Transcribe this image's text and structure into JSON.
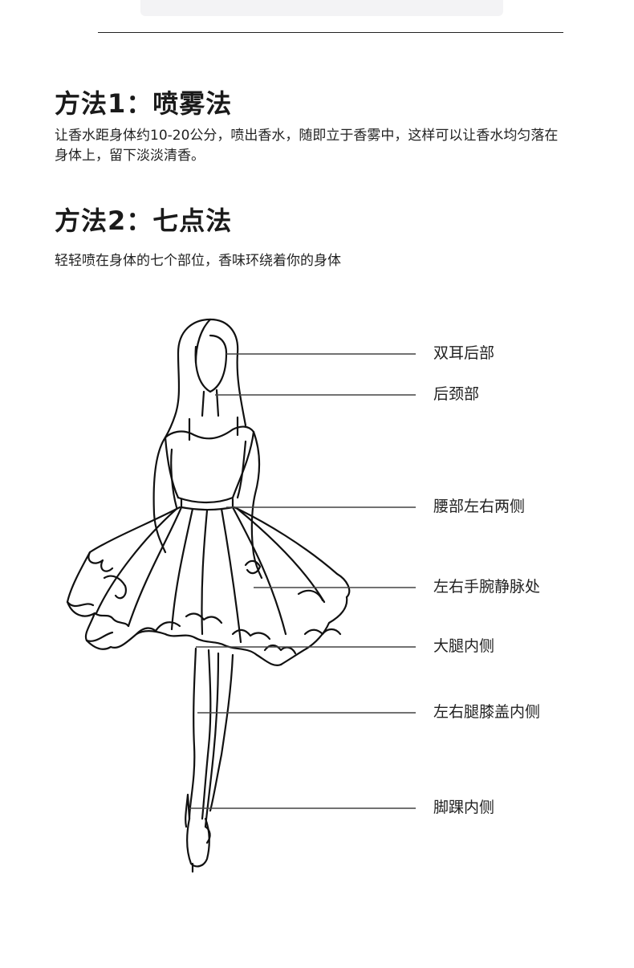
{
  "method1": {
    "title": "方法1：喷雾法",
    "text": "让香水距身体约10-20公分，喷出香水，随即立于香雾中，这样可以让香水均匀落在身体上，留下淡淡清香。"
  },
  "method2": {
    "title": "方法2：七点法",
    "text": "轻轻喷在身体的七个部位，香味环绕着你的身体"
  },
  "figure": {
    "callouts": [
      "双耳后部",
      "后颈部",
      "腰部左右两侧",
      "左右手腕静脉处",
      "大腿内侧",
      "左右腿膝盖内侧",
      "脚踝内侧"
    ]
  }
}
